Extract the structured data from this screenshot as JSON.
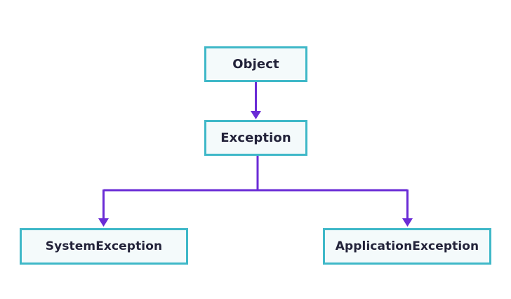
{
  "diagram": {
    "nodes": {
      "object": "Object",
      "exception": "Exception",
      "system_exception": "SystemException",
      "application_exception": "ApplicationException"
    },
    "edges": [
      {
        "from": "object",
        "to": "exception"
      },
      {
        "from": "exception",
        "to": "system_exception"
      },
      {
        "from": "exception",
        "to": "application_exception"
      }
    ],
    "colors": {
      "node_border": "#3fb8c8",
      "node_fill": "#f4fafb",
      "text": "#23233a",
      "connector": "#6a2bd6"
    }
  }
}
